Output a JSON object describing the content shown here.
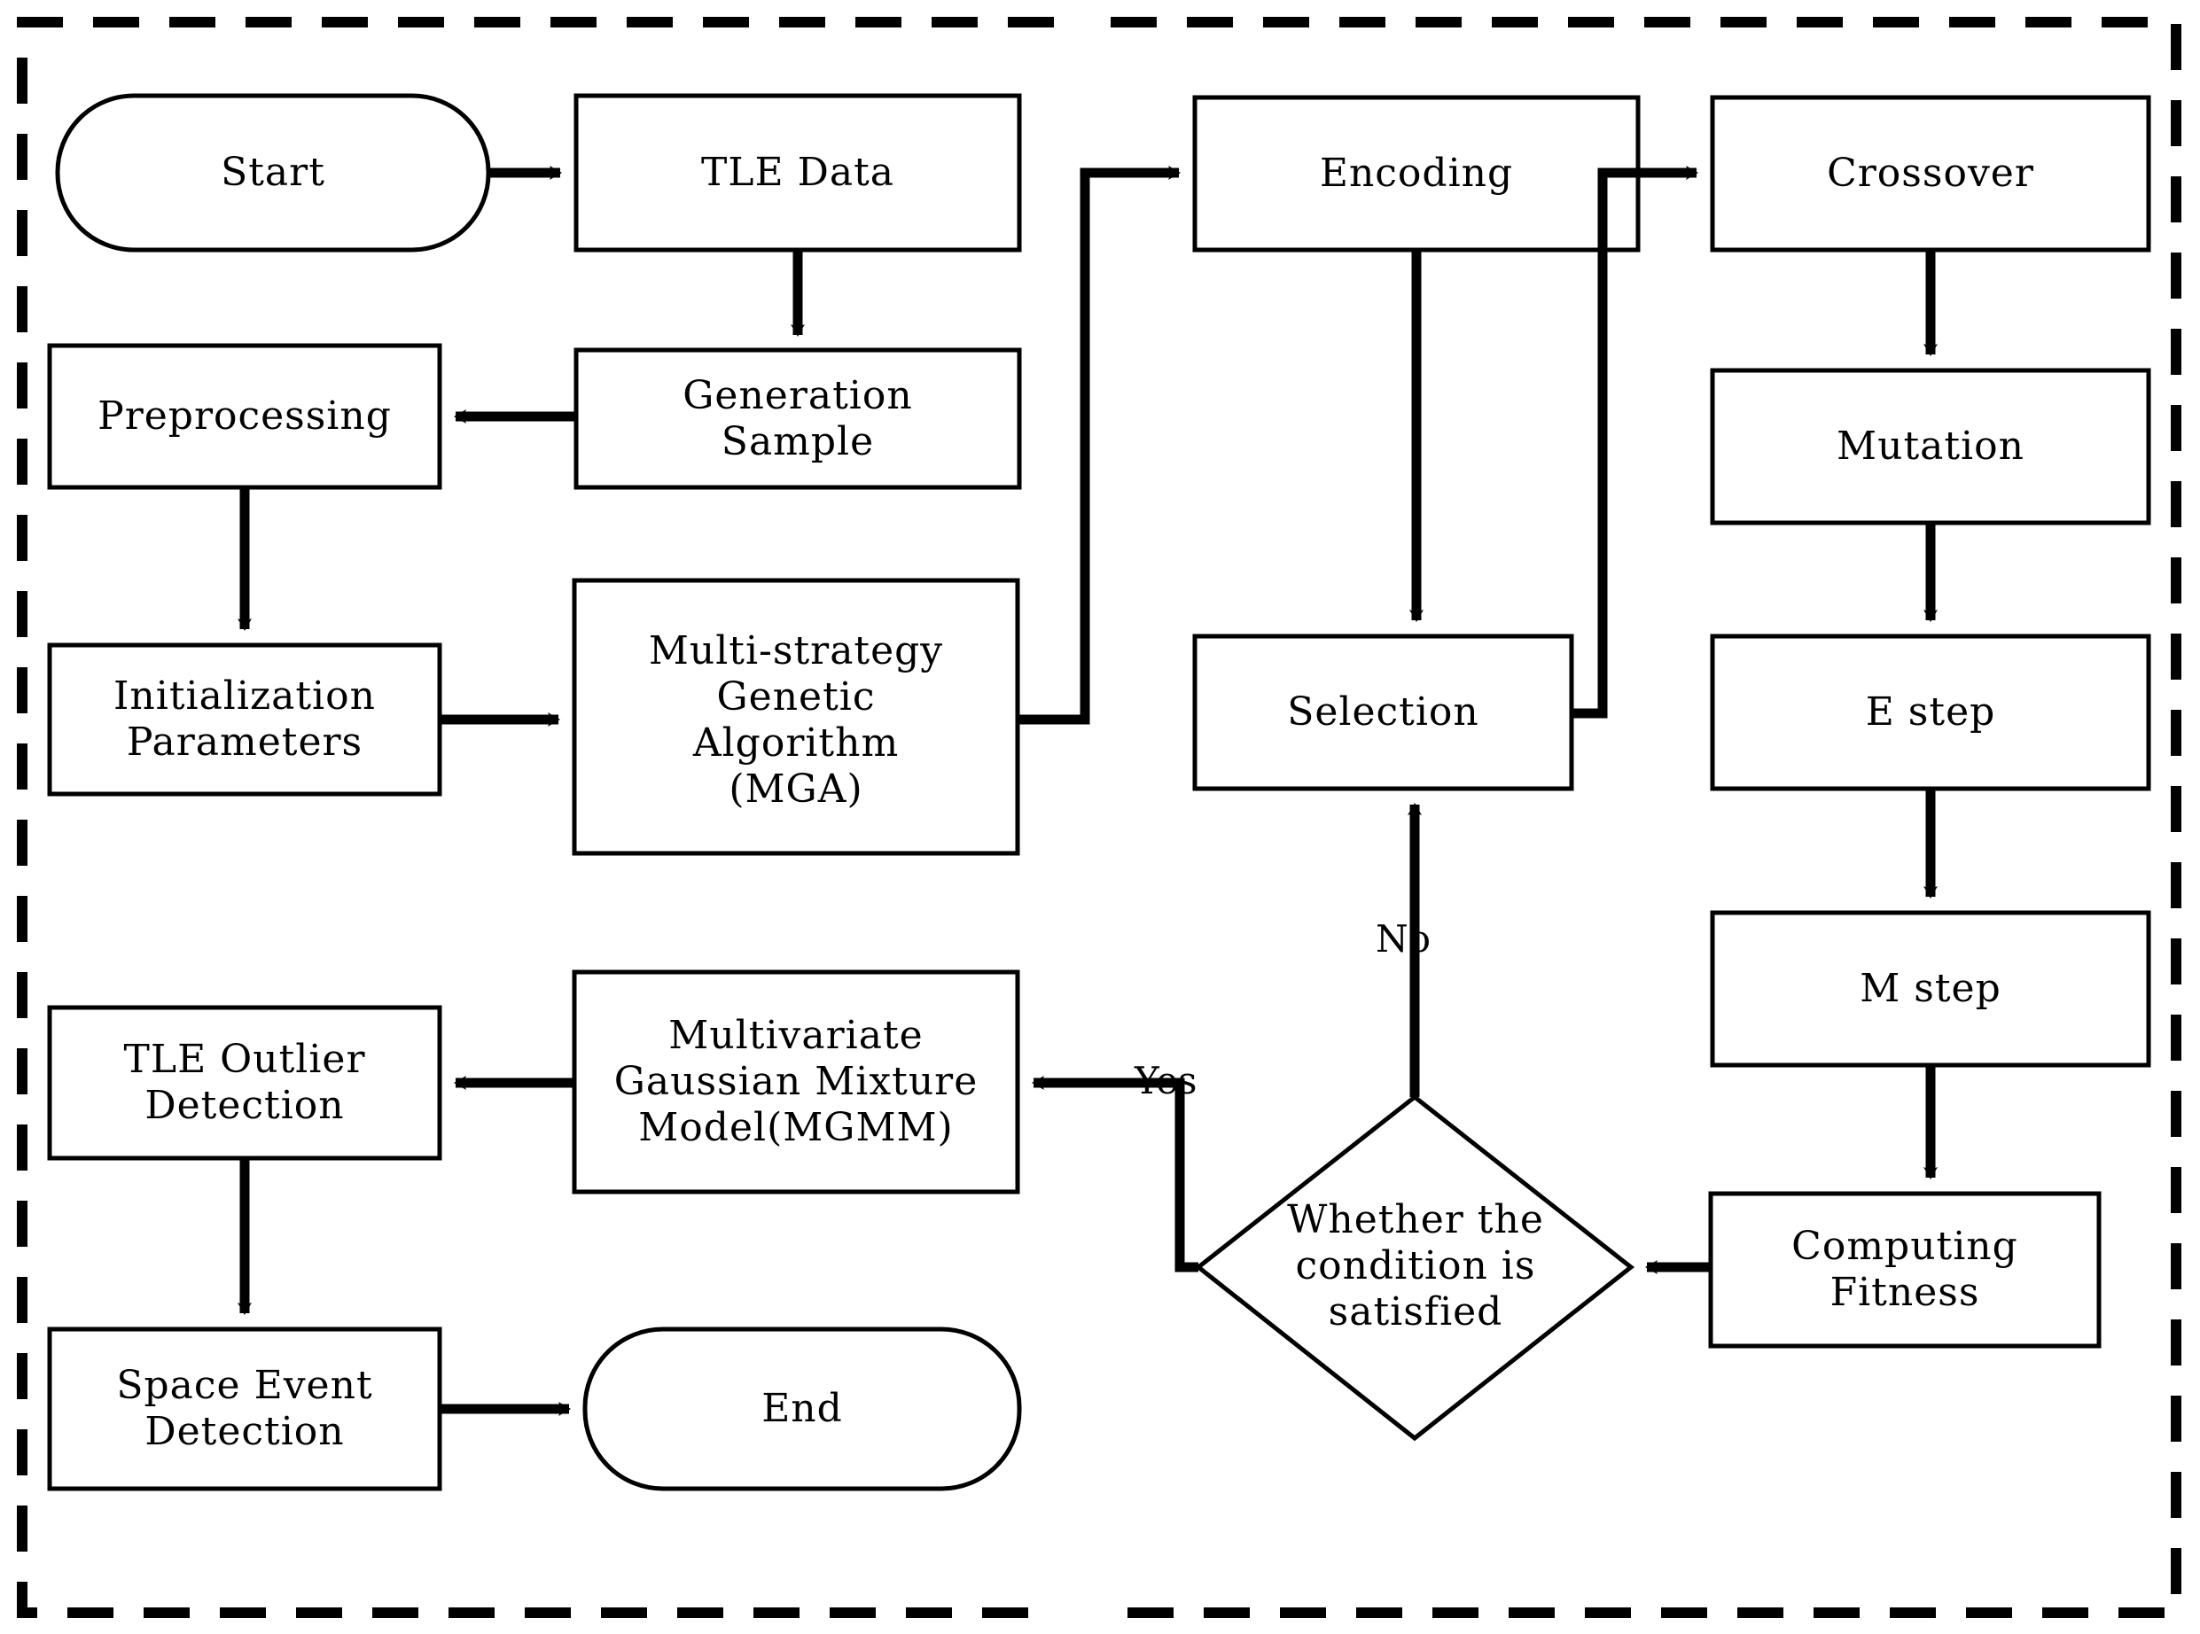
{
  "diagram": {
    "title": "Multi-strategy Genetic Algorithm TLE outlier detection flowchart",
    "stroke_color": "#000000",
    "background_color": "#ffffff",
    "panels": [
      {
        "id": "left-panel",
        "border_style": "dashed"
      },
      {
        "id": "right-panel",
        "border_style": "dashed"
      }
    ]
  },
  "nodes": {
    "start": {
      "label": "Start",
      "shape": "rounded"
    },
    "tle_data": {
      "label": "TLE Data",
      "shape": "rect"
    },
    "generation_sample": {
      "label": "Generation\nSample",
      "shape": "rect"
    },
    "preprocessing": {
      "label": "Preprocessing",
      "shape": "rect"
    },
    "initialization": {
      "label": "Initialization\nParameters",
      "shape": "rect"
    },
    "mga": {
      "label": "Multi-strategy\nGenetic\nAlgorithm\n(MGA)",
      "shape": "rect"
    },
    "mgmm": {
      "label": "Multivariate\nGaussian Mixture\nModel(MGMM)",
      "shape": "rect"
    },
    "tle_outlier": {
      "label": "TLE Outlier\nDetection",
      "shape": "rect"
    },
    "space_event": {
      "label": "Space Event\nDetection",
      "shape": "rect"
    },
    "end": {
      "label": "End",
      "shape": "rounded"
    },
    "encoding": {
      "label": "Encoding",
      "shape": "rect"
    },
    "crossover": {
      "label": "Crossover",
      "shape": "rect"
    },
    "mutation": {
      "label": "Mutation",
      "shape": "rect"
    },
    "selection": {
      "label": "Selection",
      "shape": "rect"
    },
    "e_step": {
      "label": "E step",
      "shape": "rect"
    },
    "m_step": {
      "label": "M step",
      "shape": "rect"
    },
    "computing_fitness": {
      "label": "Computing\nFitness",
      "shape": "rect"
    },
    "condition": {
      "label": "Whether the\ncondition is\nsatisfied",
      "shape": "diamond"
    }
  },
  "edge_labels": {
    "no": "No",
    "yes": "Yes"
  },
  "flow": {
    "left": [
      "start -> tle_data",
      "tle_data -> generation_sample",
      "generation_sample -> preprocessing",
      "preprocessing -> initialization",
      "initialization -> mga",
      "mga -> encoding",
      "condition(Yes) -> mgmm",
      "mgmm -> tle_outlier",
      "tle_outlier -> space_event",
      "space_event -> end"
    ],
    "right": [
      "encoding -> selection",
      "selection -> crossover",
      "crossover -> mutation",
      "mutation -> e_step",
      "e_step -> m_step",
      "m_step -> computing_fitness",
      "computing_fitness -> condition",
      "condition(No) -> selection"
    ]
  }
}
